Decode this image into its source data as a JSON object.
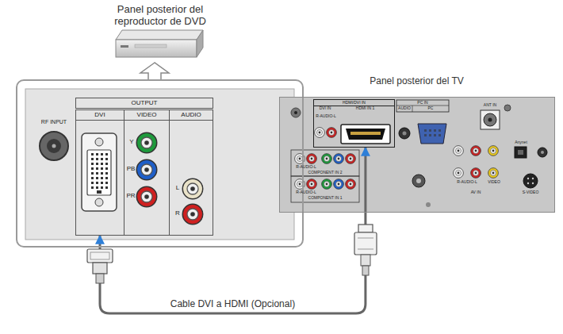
{
  "diagram": {
    "nodes": [
      {
        "text": [
          "Panel posterior del reproductor de DVD"
        ]
      },
      {
        "text": [
          "DVI"
        ],
        "in": 0
      },
      {
        "text": [
          "VIDEO"
        ],
        "in": 0
      },
      {
        "text": [
          "AUDIO"
        ],
        "in": 0
      },
      {
        "text": [
          "Panel posterior del TV"
        ]
      },
      {
        "text": [
          "HDMI/DVI IN"
        ],
        "in": 4
      }
    ],
    "edges": [
      {
        "from": 1,
        "to": 5,
        "arrow": "both",
        "label": "Cable DVI a HDMI (Opcional)"
      }
    ],
    "labels": [
      "OUTPUT",
      "RF INPUT",
      "Y",
      "PB",
      "PR",
      "L",
      "R",
      "DVI IN",
      "HDMI IN 1",
      "R-AUDIO-L",
      "PC IN",
      "AUDIO",
      "PC",
      "ANT IN",
      "R-AUDIO-L",
      "COMPONENT IN 2",
      "R-AUDIO-L",
      "COMPONENT IN 1",
      "R-AUDIO-L",
      "AV IN",
      "VIDEO",
      "S-VIDEO",
      "Anynet"
    ]
  }
}
